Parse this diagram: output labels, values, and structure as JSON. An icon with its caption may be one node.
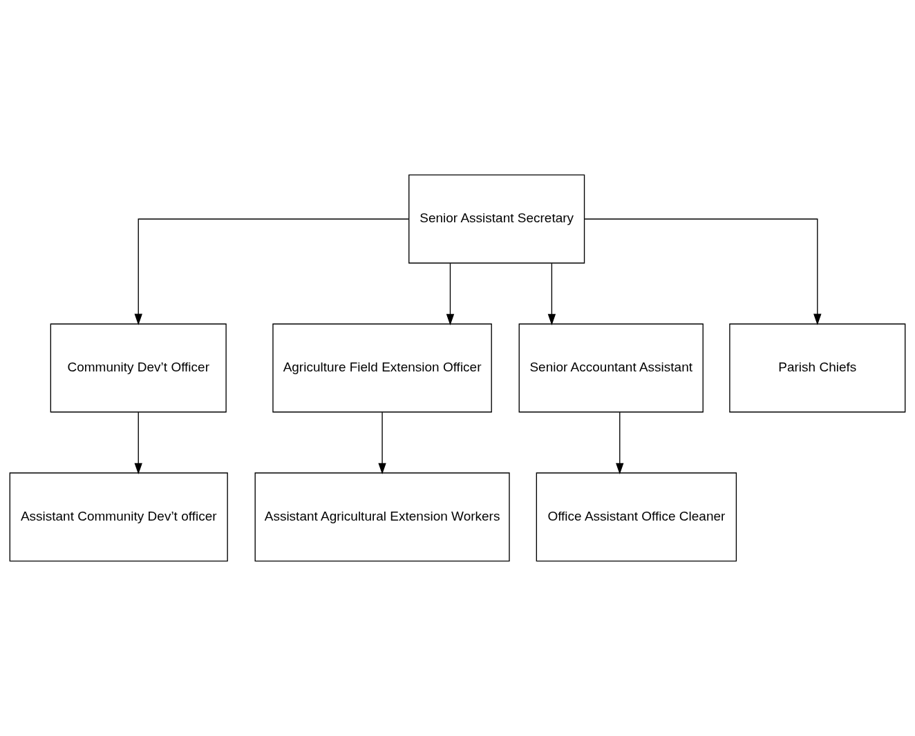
{
  "diagram": {
    "nodes": [
      {
        "text": [
          "Senior Assistant Secretary"
        ]
      },
      {
        "text": [
          "Community Dev’t Officer"
        ]
      },
      {
        "text": [
          "Agriculture Field Extension Officer"
        ]
      },
      {
        "text": [
          "Senior Accountant Assistant"
        ]
      },
      {
        "text": [
          "Parish Chiefs"
        ]
      },
      {
        "text": [
          "Assistant Community Dev’t officer"
        ]
      },
      {
        "text": [
          "Assistant Agricultural Extension Workers"
        ]
      },
      {
        "text": [
          "Office Assistant Office Cleaner"
        ]
      }
    ],
    "edges": [
      {
        "from": 0,
        "to": 1,
        "arrow": "to"
      },
      {
        "from": 0,
        "to": 2,
        "arrow": "to"
      },
      {
        "from": 0,
        "to": 3,
        "arrow": "to"
      },
      {
        "from": 0,
        "to": 4,
        "arrow": "to"
      },
      {
        "from": 1,
        "to": 5,
        "arrow": "to"
      },
      {
        "from": 2,
        "to": 6,
        "arrow": "to"
      },
      {
        "from": 3,
        "to": 7,
        "arrow": "to"
      }
    ]
  }
}
